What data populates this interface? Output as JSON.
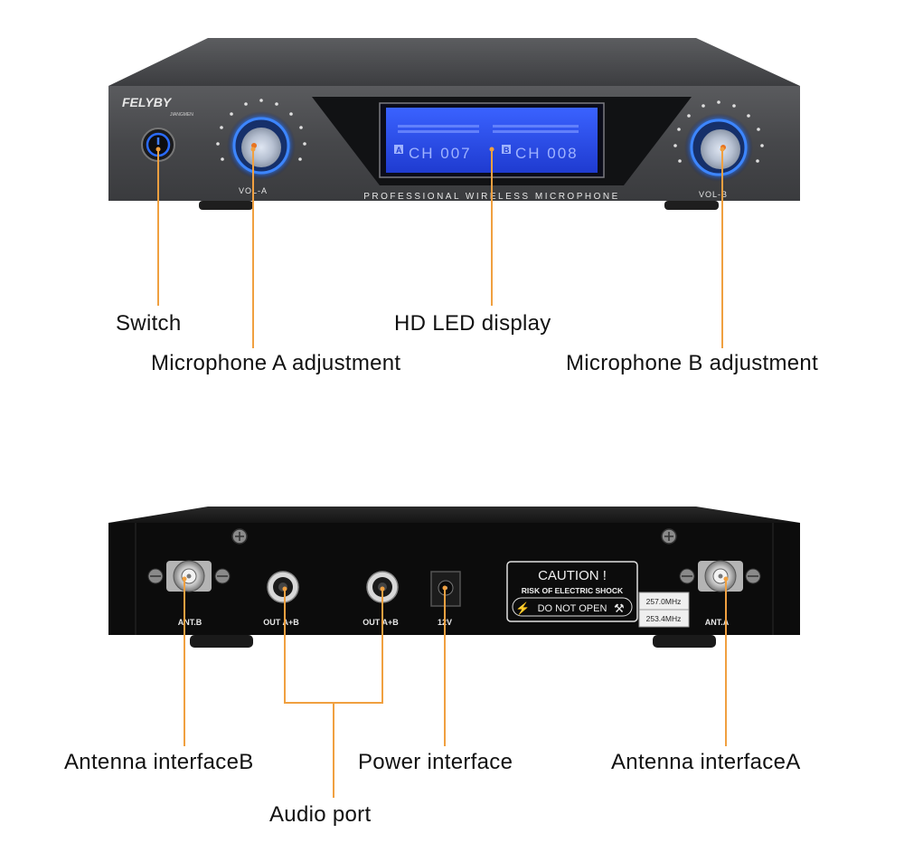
{
  "front_panel": {
    "brand": "FELYBY",
    "brand_sub": "JIANGMEN",
    "vol_a_label": "VOL-A",
    "vol_b_label": "VOL-B",
    "panel_caption": "PROFESSIONAL WIRELESS MICROPHONE",
    "display": {
      "channel_a_marker": "A",
      "channel_a_text": "CH 007",
      "channel_b_marker": "B",
      "channel_b_text": "CH 008"
    }
  },
  "back_panel": {
    "ports": {
      "ant_b": "ANT.B",
      "out_1": "OUT A+B",
      "out_2": "OUT A+B",
      "power": "12V",
      "ant_a": "ANT.A"
    },
    "caution": {
      "title": "CAUTION !",
      "line1": "RISK OF ELECTRIC SHOCK",
      "line2": "DO NOT OPEN"
    },
    "frequencies": [
      "257.0MHz",
      "253.4MHz"
    ]
  },
  "callouts": {
    "switch": "Switch",
    "hd_led_display": "HD LED display",
    "microphone_a": "Microphone A adjustment",
    "microphone_b": "Microphone B adjustment",
    "antenna_b": "Antenna interfaceB",
    "power_interface": "Power interface",
    "antenna_a": "Antenna interfaceA",
    "audio_port": "Audio port"
  },
  "colors": {
    "leader_line": "#f0a040",
    "chassis_front": "#4a4a4c",
    "chassis_top": "#6a6a6c",
    "display_blue": "#2f4fe0",
    "knob_glow": "#2a6bff",
    "rear_panel": "#0c0c0c",
    "background": "#ffffff"
  }
}
